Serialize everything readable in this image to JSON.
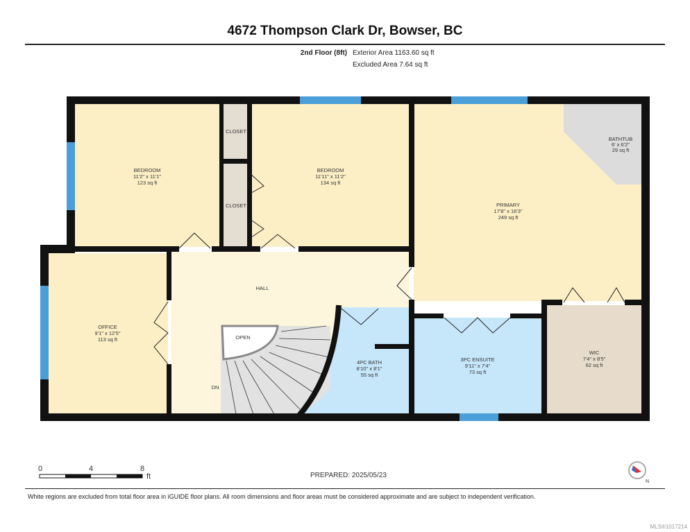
{
  "title": "4672 Thompson Clark Dr, Bowser, BC",
  "floor": {
    "label": "2nd Floor (8ft)",
    "exterior_area": "Exterior Area 1163.60 sq ft",
    "excluded_area": "Excluded Area 7.64 sq ft"
  },
  "rooms": {
    "bedroom1": {
      "name": "BEDROOM",
      "dims": "11'2\" x 11'1\"",
      "area": "123 sq ft"
    },
    "bedroom2": {
      "name": "BEDROOM",
      "dims": "11'11\" x 11'2\"",
      "area": "134 sq ft"
    },
    "closet1": {
      "name": "CLOSET"
    },
    "closet2": {
      "name": "CLOSET"
    },
    "primary": {
      "name": "PRIMARY",
      "dims": "17'8\" x 16'3\"",
      "area": "249 sq ft"
    },
    "bathtub": {
      "name": "BATHTUB",
      "dims": "6' x 6'2\"",
      "area": "29 sq ft"
    },
    "hall": {
      "name": "HALL"
    },
    "office": {
      "name": "OFFICE",
      "dims": "9'1\" x 12'5\"",
      "area": "113 sq ft"
    },
    "open": {
      "name": "OPEN"
    },
    "dn": {
      "name": "DN"
    },
    "bath4": {
      "name": "4PC BATH",
      "dims": "8'10\" x 8'1\"",
      "area": "55 sq ft"
    },
    "ensuite": {
      "name": "3PC ENSUITE",
      "dims": "9'11\" x 7'4\"",
      "area": "73 sq ft"
    },
    "wic": {
      "name": "WIC",
      "dims": "7'4\" x 8'5\"",
      "area": "62 sq ft"
    }
  },
  "scale": {
    "ticks": [
      "0",
      "4",
      "8"
    ],
    "unit": "ft"
  },
  "prepared": "PREPARED: 2025/05/23",
  "footer": "White regions are excluded from total floor area in iGUIDE floor plans. All room dimensions and floor areas must be considered approximate and are subject to independent verification.",
  "mls": "MLS®1017214",
  "colors": {
    "bedroom": "#fcefc6",
    "hall": "#fdf6dc",
    "bath": "#c6e6fa",
    "closet": "#e4ddd2",
    "wic": "#e7dccb",
    "window": "#4a9fd8"
  }
}
